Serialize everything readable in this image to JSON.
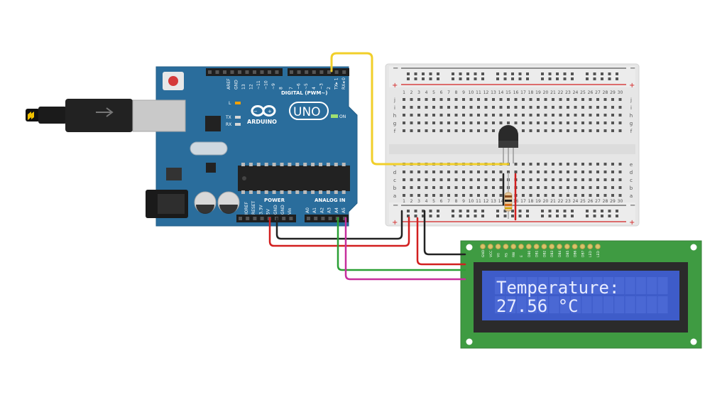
{
  "arduino": {
    "brand": "ARDUINO",
    "model": "UNO",
    "digital_label": "DIGITAL (PWM~)",
    "power_label": "POWER",
    "analog_label": "ANALOG IN",
    "on_label": "ON",
    "l_label": "L",
    "tx_label": "TX",
    "rx_label": "RX",
    "digital_pins": [
      "AREF",
      "GND",
      "13",
      "12",
      "~11",
      "~10",
      "~9",
      "8",
      "7",
      "~6",
      "~5",
      "4",
      "~3",
      "2",
      "TX▸ 1",
      "RX◂ 0"
    ],
    "power_pins": [
      "IOREF",
      "RESET",
      "3.3V",
      "5V",
      "GND",
      "GND",
      "Vin"
    ],
    "analog_pins": [
      "A0",
      "A1",
      "A2",
      "A3",
      "A4",
      "A5"
    ]
  },
  "breadboard": {
    "columns": [
      "1",
      "2",
      "3",
      "4",
      "5",
      "6",
      "7",
      "8",
      "9",
      "10",
      "11",
      "12",
      "13",
      "14",
      "15",
      "16",
      "17",
      "18",
      "19",
      "20",
      "21",
      "22",
      "23",
      "24",
      "25",
      "26",
      "27",
      "28",
      "29",
      "30"
    ],
    "rows_top": [
      "j",
      "i",
      "h",
      "g",
      "f"
    ],
    "rows_bottom": [
      "e",
      "d",
      "c",
      "b",
      "a"
    ],
    "plus": "+",
    "minus": "−"
  },
  "lcd": {
    "pins": [
      "GND",
      "VCC",
      "V0",
      "RS",
      "RW",
      "E",
      "DB0",
      "DB1",
      "DB2",
      "DB3",
      "DB4",
      "DB5",
      "DB6",
      "DB7",
      "LED",
      "LED"
    ],
    "line1": "Temperature:",
    "line2": "27.56 °C"
  },
  "colors": {
    "arduino_blue": "#2a6d9c",
    "breadboard": "#e6e6e6",
    "lcd_board": "#3f9b42",
    "lcd_screen": "#3e5cc9",
    "lcd_text": "#e8ecff",
    "wire_red": "#d21f1f",
    "wire_black": "#222222",
    "wire_green": "#2ba035",
    "wire_magenta": "#c72f9d",
    "wire_yellow": "#f1cf2a"
  }
}
